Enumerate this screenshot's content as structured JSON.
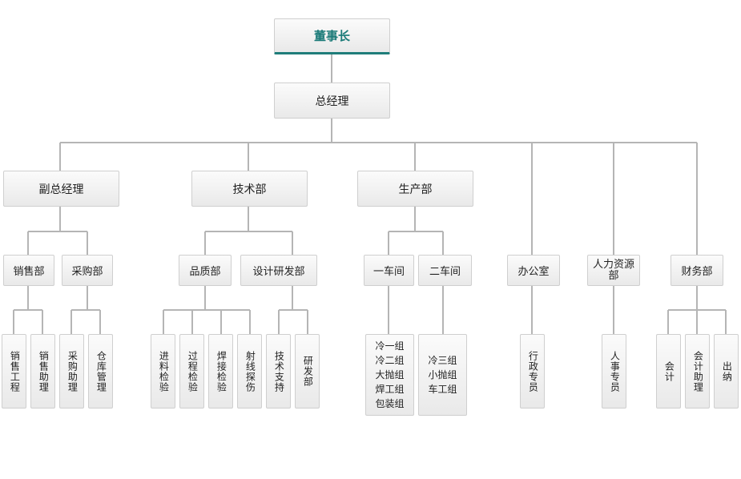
{
  "org": {
    "chairman": "董事长",
    "gm": "总经理",
    "vice_gm": "副总经理",
    "tech_dept": "技术部",
    "prod_dept": "生产部",
    "office": "办公室",
    "hr_dept": "人力资源部",
    "finance_dept": "财务部",
    "sales_dept": "销售部",
    "purchase_dept": "采购部",
    "quality_dept": "品质部",
    "design_dept": "设计研发部",
    "workshop1": "一车间",
    "workshop2": "二车间",
    "sales_engineer": "销售工程",
    "sales_assistant": "销售助理",
    "purchase_assistant": "采购助理",
    "warehouse_mgmt": "仓库管理",
    "incoming_inspection": "进料检验",
    "process_inspection": "过程检验",
    "weld_inspection": "焊接检验",
    "ray_inspection": "射线探伤",
    "tech_support": "技术支持",
    "rnd_dept": "研发部",
    "ws1_groups": [
      "冷一组",
      "冷二组",
      "大抛组",
      "焊工组",
      "包装组"
    ],
    "ws2_groups": [
      "冷三组",
      "小抛组",
      "车工组"
    ],
    "admin_staff": "行政专员",
    "hr_staff": "人事专员",
    "accountant": "会计",
    "accounting_assistant": "会计助理",
    "cashier": "出纳"
  }
}
